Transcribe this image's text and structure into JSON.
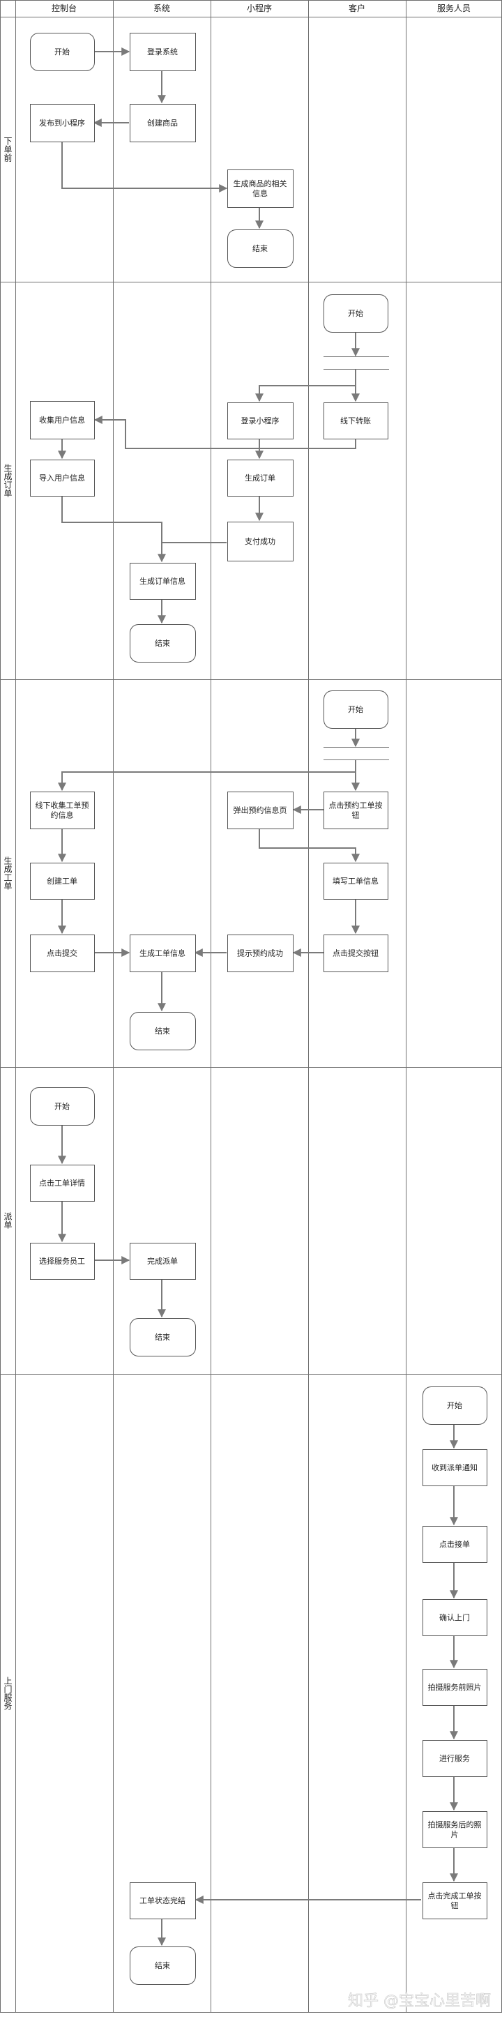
{
  "columns": [
    "控制台",
    "系统",
    "小程序",
    "客户",
    "服务人员"
  ],
  "lanes": [
    "下单前",
    "生成订单",
    "生成工单",
    "派单",
    "上门服务"
  ],
  "nodes": {
    "p0_start": {
      "text": "开始",
      "shape": "rounded"
    },
    "p0_login": {
      "text": "登录系统",
      "shape": "rect"
    },
    "p0_publish": {
      "text": "发布到小程序",
      "shape": "rect"
    },
    "p0_create": {
      "text": "创建商品",
      "shape": "rect"
    },
    "p0_gen": {
      "text": "生成商品的相关信息",
      "shape": "rect"
    },
    "p0_end": {
      "text": "结束",
      "shape": "rounded"
    },
    "p1_start": {
      "text": "开始",
      "shape": "rounded"
    },
    "p1_collect": {
      "text": "收集用户信息",
      "shape": "rect"
    },
    "p1_applogin": {
      "text": "登录小程序",
      "shape": "rect"
    },
    "p1_offline": {
      "text": "线下转账",
      "shape": "rect"
    },
    "p1_import": {
      "text": "导入用户信息",
      "shape": "rect"
    },
    "p1_genorder": {
      "text": "生成订单",
      "shape": "rect"
    },
    "p1_paid": {
      "text": "支付成功",
      "shape": "rect"
    },
    "p1_orderinfo": {
      "text": "生成订单信息",
      "shape": "rect"
    },
    "p1_end": {
      "text": "结束",
      "shape": "rounded"
    },
    "p2_start": {
      "text": "开始",
      "shape": "rounded"
    },
    "p2_collect": {
      "text": "线下收集工单预约信息",
      "shape": "rect"
    },
    "p2_popup": {
      "text": "弹出预约信息页",
      "shape": "rect"
    },
    "p2_clickbook": {
      "text": "点击预约工单按钮",
      "shape": "rect"
    },
    "p2_create": {
      "text": "创建工单",
      "shape": "rect"
    },
    "p2_fill": {
      "text": "填写工单信息",
      "shape": "rect"
    },
    "p2_submit": {
      "text": "点击提交",
      "shape": "rect"
    },
    "p2_geninfo": {
      "text": "生成工单信息",
      "shape": "rect"
    },
    "p2_tip": {
      "text": "提示预约成功",
      "shape": "rect"
    },
    "p2_clicksubmit": {
      "text": "点击提交按钮",
      "shape": "rect"
    },
    "p2_end": {
      "text": "结束",
      "shape": "rounded"
    },
    "p3_start": {
      "text": "开始",
      "shape": "rounded"
    },
    "p3_detail": {
      "text": "点击工单详情",
      "shape": "rect"
    },
    "p3_select": {
      "text": "选择服务员工",
      "shape": "rect"
    },
    "p3_done": {
      "text": "完成派单",
      "shape": "rect"
    },
    "p3_end": {
      "text": "结束",
      "shape": "rounded"
    },
    "p4_start": {
      "text": "开始",
      "shape": "rounded"
    },
    "p4_notice": {
      "text": "收到派单通知",
      "shape": "rect"
    },
    "p4_accept": {
      "text": "点击接单",
      "shape": "rect"
    },
    "p4_confirm": {
      "text": "确认上门",
      "shape": "rect"
    },
    "p4_photo1": {
      "text": "拍摄服务前照片",
      "shape": "rect"
    },
    "p4_service": {
      "text": "进行服务",
      "shape": "rect"
    },
    "p4_photo2": {
      "text": "拍摄服务后的照片",
      "shape": "rect"
    },
    "p4_complete": {
      "text": "点击完成工单按钮",
      "shape": "rect"
    },
    "p4_status": {
      "text": "工单状态完结",
      "shape": "rect"
    },
    "p4_end": {
      "text": "结束",
      "shape": "rounded"
    }
  },
  "watermark": {
    "text": "知乎 @宝宝心里苦啊"
  }
}
